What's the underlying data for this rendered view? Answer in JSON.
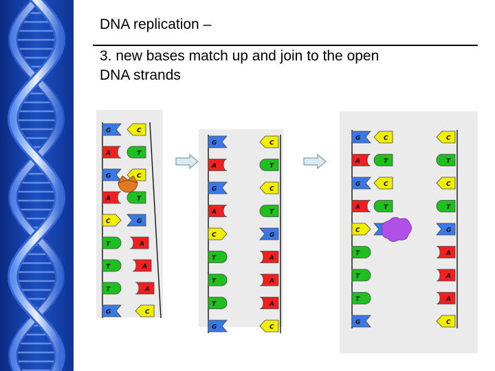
{
  "slide": {
    "title": "DNA replication –",
    "subtitle_line1": "3.  new bases match up and join to the open",
    "subtitle_line2": "DNA strands"
  },
  "colors": {
    "sidebar_dark": "#0b2e8c",
    "sidebar_mid": "#2f63d6",
    "G": "#3b78e7",
    "C": "#f2ee00",
    "A": "#ef2020",
    "T": "#1fbf1f",
    "enzyme": "#e07a20",
    "enzyme2": "#b050e8",
    "panel_bg": "#ebebeb"
  },
  "diagrams": [
    {
      "name": "stage-1",
      "pairs": [
        {
          "left": "G",
          "right": "C"
        },
        {
          "left": "A",
          "right": "T"
        },
        {
          "left": "G",
          "right": "C"
        },
        {
          "left": "A",
          "right": "T"
        },
        {
          "left": "C",
          "right": "G"
        },
        {
          "left": "T",
          "right": "A"
        },
        {
          "left": "T",
          "right": "A"
        },
        {
          "left": "T",
          "right": "A"
        },
        {
          "left": "G",
          "right": "C"
        }
      ]
    },
    {
      "name": "stage-2",
      "pairs": [
        {
          "left": "G",
          "right": "C"
        },
        {
          "left": "A",
          "right": "T"
        },
        {
          "left": "G",
          "right": "C"
        },
        {
          "left": "A",
          "right": "T"
        },
        {
          "left": "C",
          "right": "G"
        },
        {
          "left": "T",
          "right": "A"
        },
        {
          "left": "T",
          "right": "A"
        },
        {
          "left": "T",
          "right": "A"
        },
        {
          "left": "G",
          "right": "C"
        }
      ]
    },
    {
      "name": "stage-3",
      "left_pairs": [
        {
          "left": "G",
          "right": "C"
        },
        {
          "left": "A",
          "right": "T"
        },
        {
          "left": "G",
          "right": "C"
        },
        {
          "left": "A",
          "right": "T"
        },
        {
          "left": "C",
          "right": "G"
        },
        {
          "left": "T",
          "right": ""
        },
        {
          "left": "T",
          "right": ""
        },
        {
          "left": "T",
          "right": ""
        },
        {
          "left": "G",
          "right": ""
        }
      ],
      "right_strand": [
        "C",
        "T",
        "C",
        "T",
        "G",
        "A",
        "A",
        "A",
        "C"
      ]
    }
  ]
}
